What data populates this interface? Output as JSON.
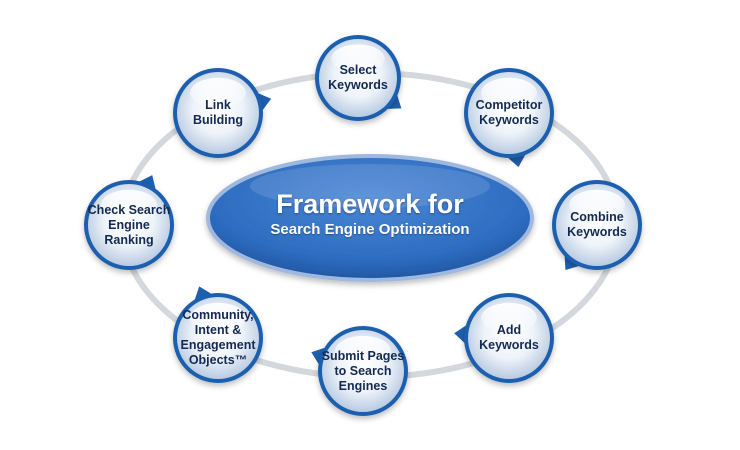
{
  "diagram": {
    "center": {
      "title": "Framework for",
      "subtitle": "Search Engine Optimization"
    },
    "nodes": [
      {
        "id": "select-keywords",
        "label": "Select\nKeywords"
      },
      {
        "id": "competitor-keywords",
        "label": "Competitor\nKeywords"
      },
      {
        "id": "combine-keywords",
        "label": "Combine\nKeywords"
      },
      {
        "id": "add-keywords",
        "label": "Add\nKeywords"
      },
      {
        "id": "submit-pages",
        "label": "Submit Pages\nto Search\nEngines"
      },
      {
        "id": "community-intent",
        "label": "Community,\nIntent &\nEngagement\nObjects™"
      },
      {
        "id": "check-ranking",
        "label": "Check Search\nEngine Ranking"
      },
      {
        "id": "link-building",
        "label": "Link\nBuilding"
      }
    ],
    "colors": {
      "ring": "#d4d8dd",
      "node_fill_center": "#ffffff",
      "node_fill_edge": "#b9cbe2",
      "node_border": "#1f5fae",
      "arrow": "#1f5fae",
      "center_fill": "#2d6cc0",
      "center_border": "#9fb9de",
      "label_text": "#142a52"
    }
  }
}
